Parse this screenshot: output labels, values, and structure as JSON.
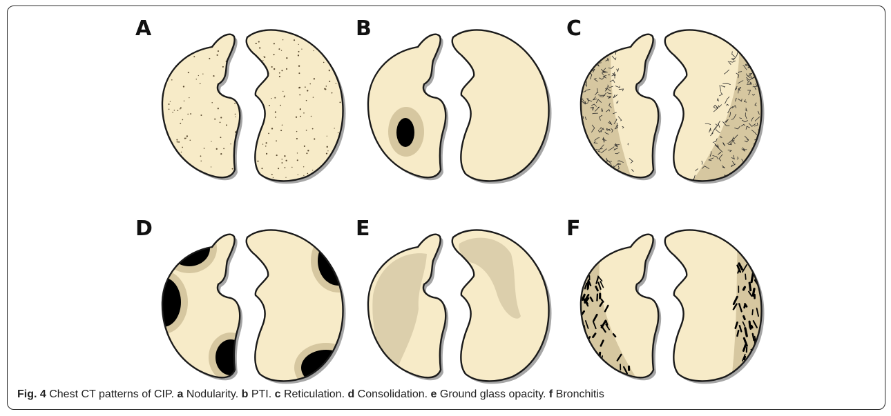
{
  "panels": [
    {
      "letter": "A",
      "pattern": "nodularity"
    },
    {
      "letter": "B",
      "pattern": "PTI"
    },
    {
      "letter": "C",
      "pattern": "reticulation"
    },
    {
      "letter": "D",
      "pattern": "consolidation"
    },
    {
      "letter": "E",
      "pattern": "ground-glass-opacity"
    },
    {
      "letter": "F",
      "pattern": "bronchitis"
    }
  ],
  "caption": {
    "fig_label": "Fig. 4",
    "title": " Chest CT patterns of CIP. ",
    "a_key": "a",
    "a_text": " Nodularity. ",
    "b_key": "b",
    "b_text": " PTI. ",
    "c_key": "c",
    "c_text": " Reticulation. ",
    "d_key": "d",
    "d_text": " Consolidation. ",
    "e_key": "e",
    "e_text": " Ground glass opacity. ",
    "f_key": "f",
    "f_text": " Bronchitis"
  },
  "colors": {
    "lung_fill": "#f7ebc8",
    "halo": "#d6c7a0",
    "outline": "#1a1a1a",
    "lesion": "#000000",
    "ggo": "#dccfac"
  }
}
